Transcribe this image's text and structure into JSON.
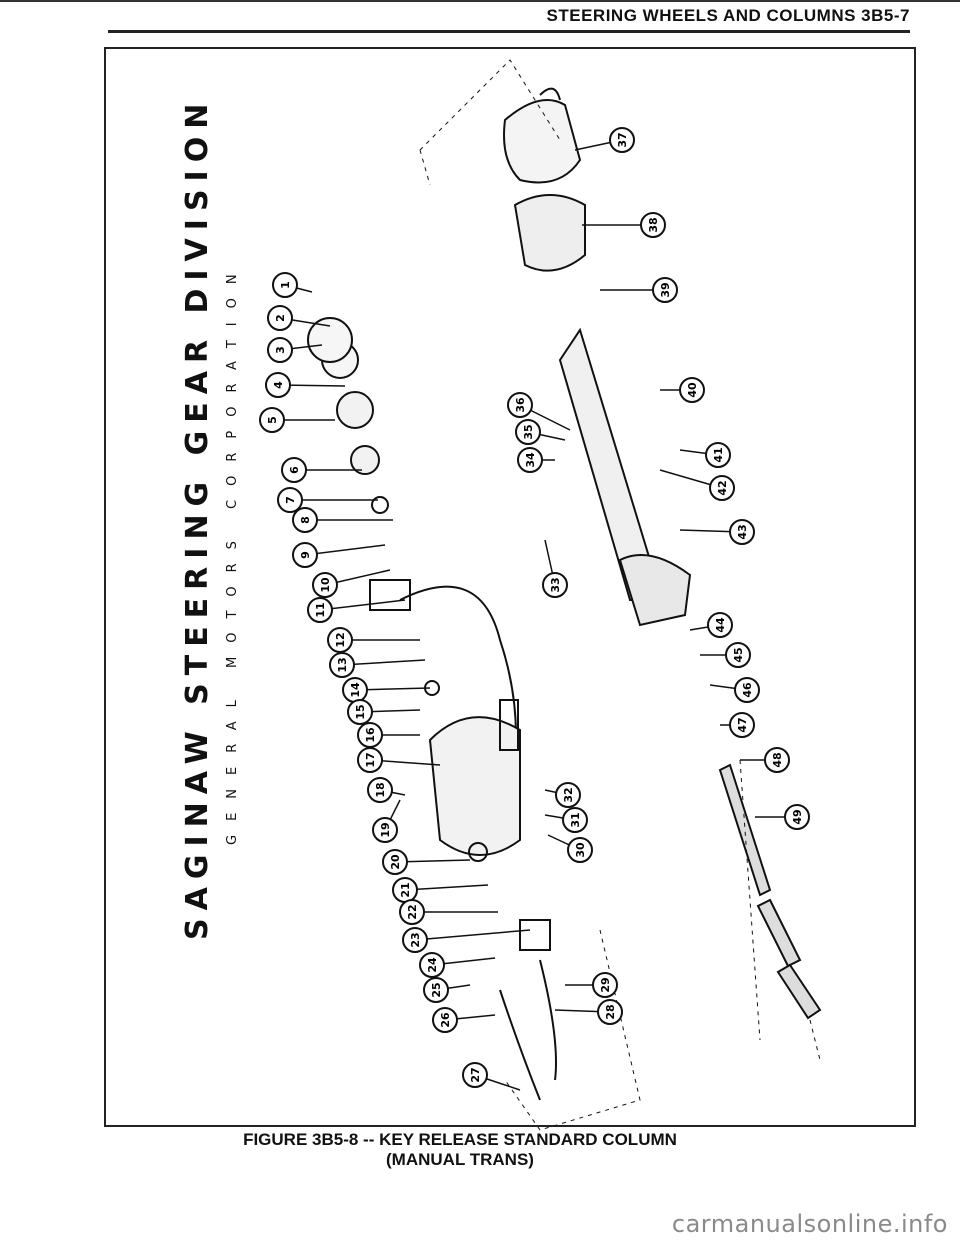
{
  "header": {
    "title": "STEERING WHEELS AND COLUMNS 3B5-7"
  },
  "side_title": {
    "main": "SAGINAW STEERING GEAR DIVISION",
    "sub": "GENERAL MOTORS CORPORATION"
  },
  "caption": {
    "line1": "FIGURE 3B5-8 -- KEY RELEASE STANDARD COLUMN",
    "line2": "(MANUAL TRANS)"
  },
  "watermark": "carmanualsonline.info",
  "callouts": [
    "1",
    "2",
    "3",
    "4",
    "5",
    "6",
    "7",
    "8",
    "9",
    "10",
    "11",
    "12",
    "13",
    "14",
    "15",
    "16",
    "17",
    "18",
    "19",
    "20",
    "21",
    "22",
    "23",
    "24",
    "25",
    "26",
    "27",
    "28",
    "29",
    "30",
    "31",
    "32",
    "33",
    "34",
    "35",
    "36",
    "37",
    "38",
    "39",
    "40",
    "41",
    "42",
    "43",
    "44",
    "45",
    "46",
    "47",
    "48",
    "49"
  ]
}
